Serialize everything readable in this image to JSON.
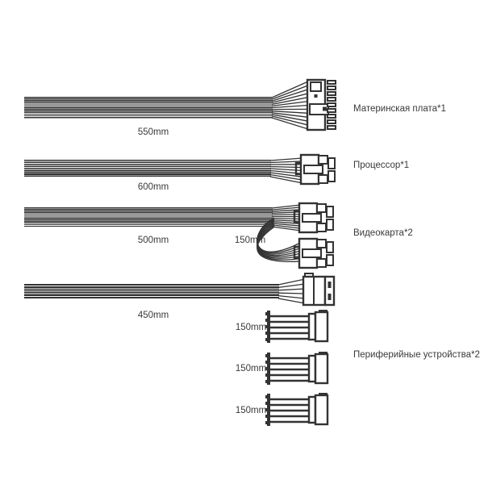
{
  "page": {
    "background_color": "#ffffff",
    "text_color": "#3a3a3a",
    "wire_color": "#333333"
  },
  "cables": [
    {
      "name": "motherboard-cable",
      "label": "Материнская плата*1",
      "connector": "24-pin-atx-connector",
      "segments": [
        {
          "length": "550mm"
        }
      ]
    },
    {
      "name": "cpu-cable",
      "label": "Процессор*1",
      "connector": "8-pin-eps-connector",
      "segments": [
        {
          "length": "600mm"
        }
      ]
    },
    {
      "name": "gpu-cable",
      "label": "Видеокарта*2",
      "connector": "8-pin-pcie-connector-x2",
      "segments": [
        {
          "length": "500mm"
        },
        {
          "length": "150mm"
        }
      ]
    },
    {
      "name": "peripheral-cable",
      "label": "Периферийные устройства*2",
      "connector": "floppy-4pin-plus-peripheral-connector-x3",
      "segments": [
        {
          "length": "450mm"
        },
        {
          "length": "150mm"
        },
        {
          "length": "150mm"
        },
        {
          "length": "150mm"
        }
      ]
    }
  ]
}
